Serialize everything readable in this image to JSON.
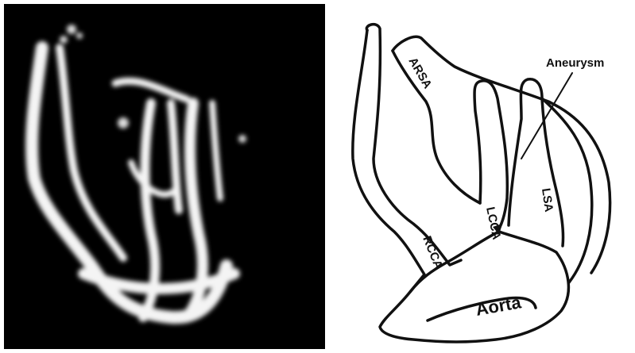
{
  "labels": {
    "arsa": "ARSA",
    "aneurysm": "Aneurysm",
    "lcca": "LCCA",
    "lsa": "LSA",
    "rcca": "RCCA",
    "aorta": "Aorta"
  },
  "colors": {
    "scan_background": "#000000",
    "scan_vessel": "#f4f4f4",
    "outline": "#111111"
  }
}
